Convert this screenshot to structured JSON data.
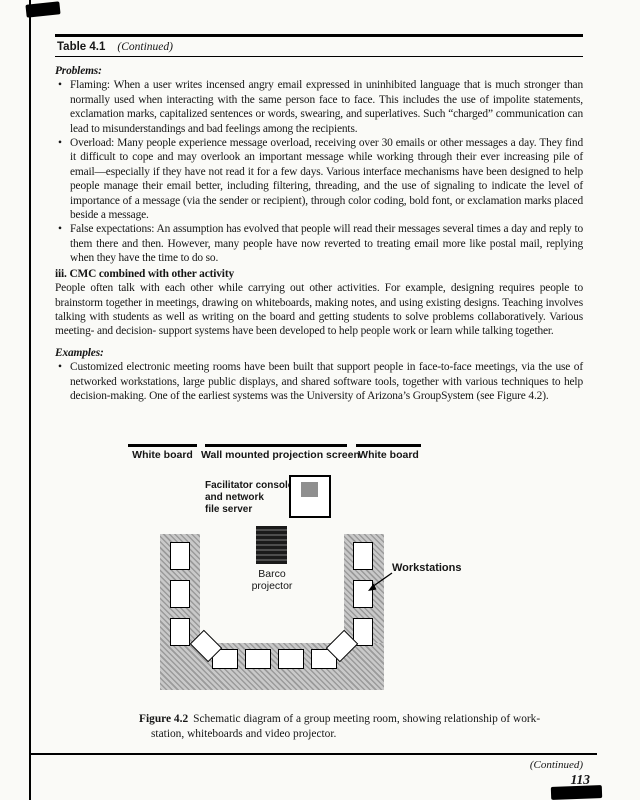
{
  "header": {
    "table_label": "Table 4.1",
    "continued": "(Continued)"
  },
  "problems": {
    "heading": "Problems:",
    "items": [
      "Flaming: When a user writes incensed angry email expressed in uninhibited language that is much stronger than normally used when interacting with the same person face to face. This includes the use of impolite statements, exclamation marks, capitalized sentences or words, swearing, and superlatives. Such “charged” communication can lead to misunderstandings and bad feelings among the recipients.",
      "Overload: Many people experience message overload, receiving over 30 emails or other messages a day. They find it difficult to cope and may overlook an important message while working through their ever increasing pile of email—especially if they have not read it for a few days. Various interface mechanisms have been designed to help people manage their email better, including filtering, threading, and the use of signaling to indicate the level of importance of a message (via the sender or recipient), through color coding, bold font, or exclamation marks placed beside a message.",
      "False expectations: An assumption has evolved that people will read their messages several times a day and reply to them there and then. However, many people have now reverted to treating email more like postal mail, replying when they have the time to do so."
    ]
  },
  "section": {
    "heading": "iii. CMC combined with other activity",
    "body": "People often talk with each other while carrying out other activities. For example, designing requires people to brainstorm together in meetings, drawing on whiteboards, making notes, and using existing designs. Teaching involves talking with students as well as writing on the board and getting students to solve problems collaboratively. Various meeting- and decision- support systems have been developed to help people work or learn while talking together."
  },
  "examples": {
    "heading": "Examples:",
    "items": [
      "Customized electronic meeting rooms have been built that support people in face-to-face meetings, via the use of networked workstations, large public displays, and shared software tools, together with various techniques to help decision-making. One of the earliest systems was the University of Arizona’s GroupSystem (see Figure 4.2)."
    ]
  },
  "figure": {
    "labels": {
      "white_board_left": "White board",
      "projection_screen": "Wall mounted projection screen",
      "white_board_right": "White board",
      "facilitator": [
        "Facilitator console",
        "and network",
        "file server"
      ],
      "barco": [
        "Barco",
        "projector"
      ],
      "workstations": "Workstations"
    },
    "caption": {
      "label": "Figure 4.2",
      "line1": "Schematic diagram of a group meeting room, showing relationship of work-",
      "line2": "station, whiteboards and video projector."
    }
  },
  "footer": {
    "continued": "(Continued)",
    "page_number": "113"
  }
}
